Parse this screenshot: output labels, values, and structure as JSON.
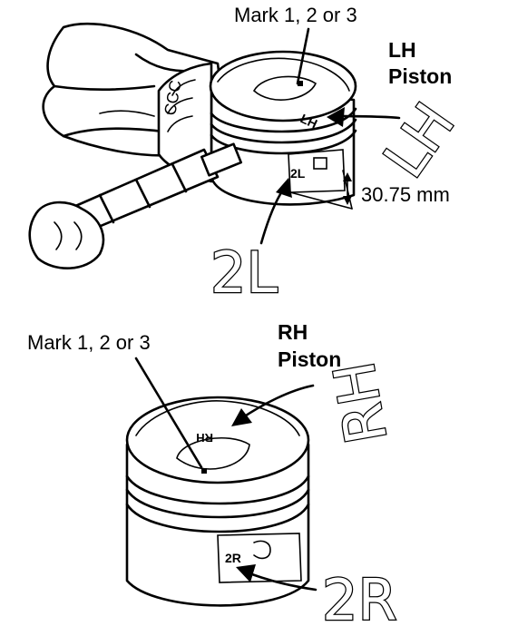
{
  "top": {
    "mark_label": "Mark 1, 2 or 3",
    "piston_label_line1": "LH",
    "piston_label_line2": "Piston",
    "dimension": "30.75 mm",
    "crown_glyph": "LH",
    "side_code_small": "2L",
    "side_code_large": "2L",
    "side_glyph": "LH"
  },
  "bottom": {
    "mark_label": "Mark 1, 2 or 3",
    "piston_label_line1": "RH",
    "piston_label_line2": "Piston",
    "crown_glyph": "RH",
    "side_code_small": "2R",
    "side_code_large": "2R",
    "side_glyph": "RH"
  }
}
